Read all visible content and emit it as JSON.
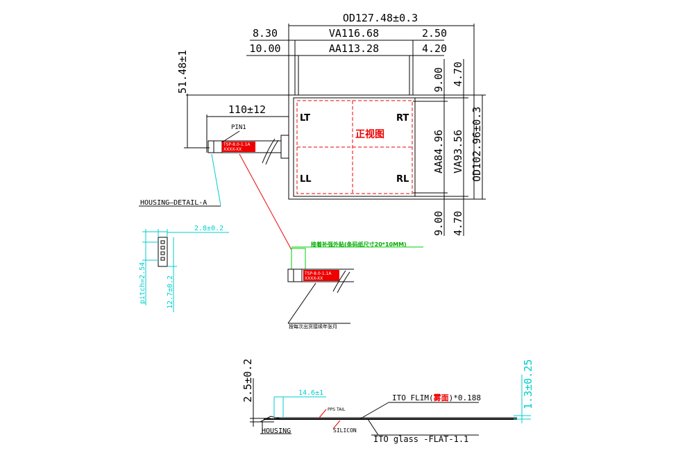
{
  "dims": {
    "od_width": "OD127.48±0.3",
    "left_va_margin": "8.30",
    "va_width": "VA116.68",
    "right_va_margin": "2.50",
    "left_aa_margin": "10.00",
    "aa_width": "AA113.28",
    "right_aa_margin": "4.20",
    "tail_height": "51.48±1",
    "tail_length": "110±12",
    "top_aa_margin": "9.00",
    "top_va_margin": "4.70",
    "aa_height": "AA84.96",
    "va_height": "VA93.56",
    "od_height": "OD102.96±0.3",
    "bottom_aa_margin": "9.00",
    "bottom_va_margin": "4.70"
  },
  "front_view": {
    "lt": "LT",
    "rt": "RT",
    "ll": "LL",
    "rl": "RL",
    "title": "正视图"
  },
  "labels": {
    "pin1": "PIN1",
    "housing_detail": "HOUSING—DETAIL-A",
    "connector_width": "2.8±0.2",
    "pitch": "pitch=2.54",
    "connector_len": "12.7±0.2",
    "green_note": "接着补强外贴(条码纸尺寸20*10MM)",
    "bottom_note": "按每次出货接续年张月",
    "label_tag1": "TSP-8.0-1.1A",
    "label_tag2": "XXXX-XX"
  },
  "side_view": {
    "thickness": "2.5±0.2",
    "ito_film_thickness": "1.3±0.25",
    "tail_width": "14.6±1",
    "ito_film_prefix": "ITO FLIM(",
    "ito_film_red": "雾面",
    "ito_film_suffix": ")*0.188",
    "pps_tail": "PPS TAIL",
    "housing": "HOUSING",
    "silicon": "SILICON",
    "ito_glass": "ITO glass -FLAT-1.1"
  }
}
